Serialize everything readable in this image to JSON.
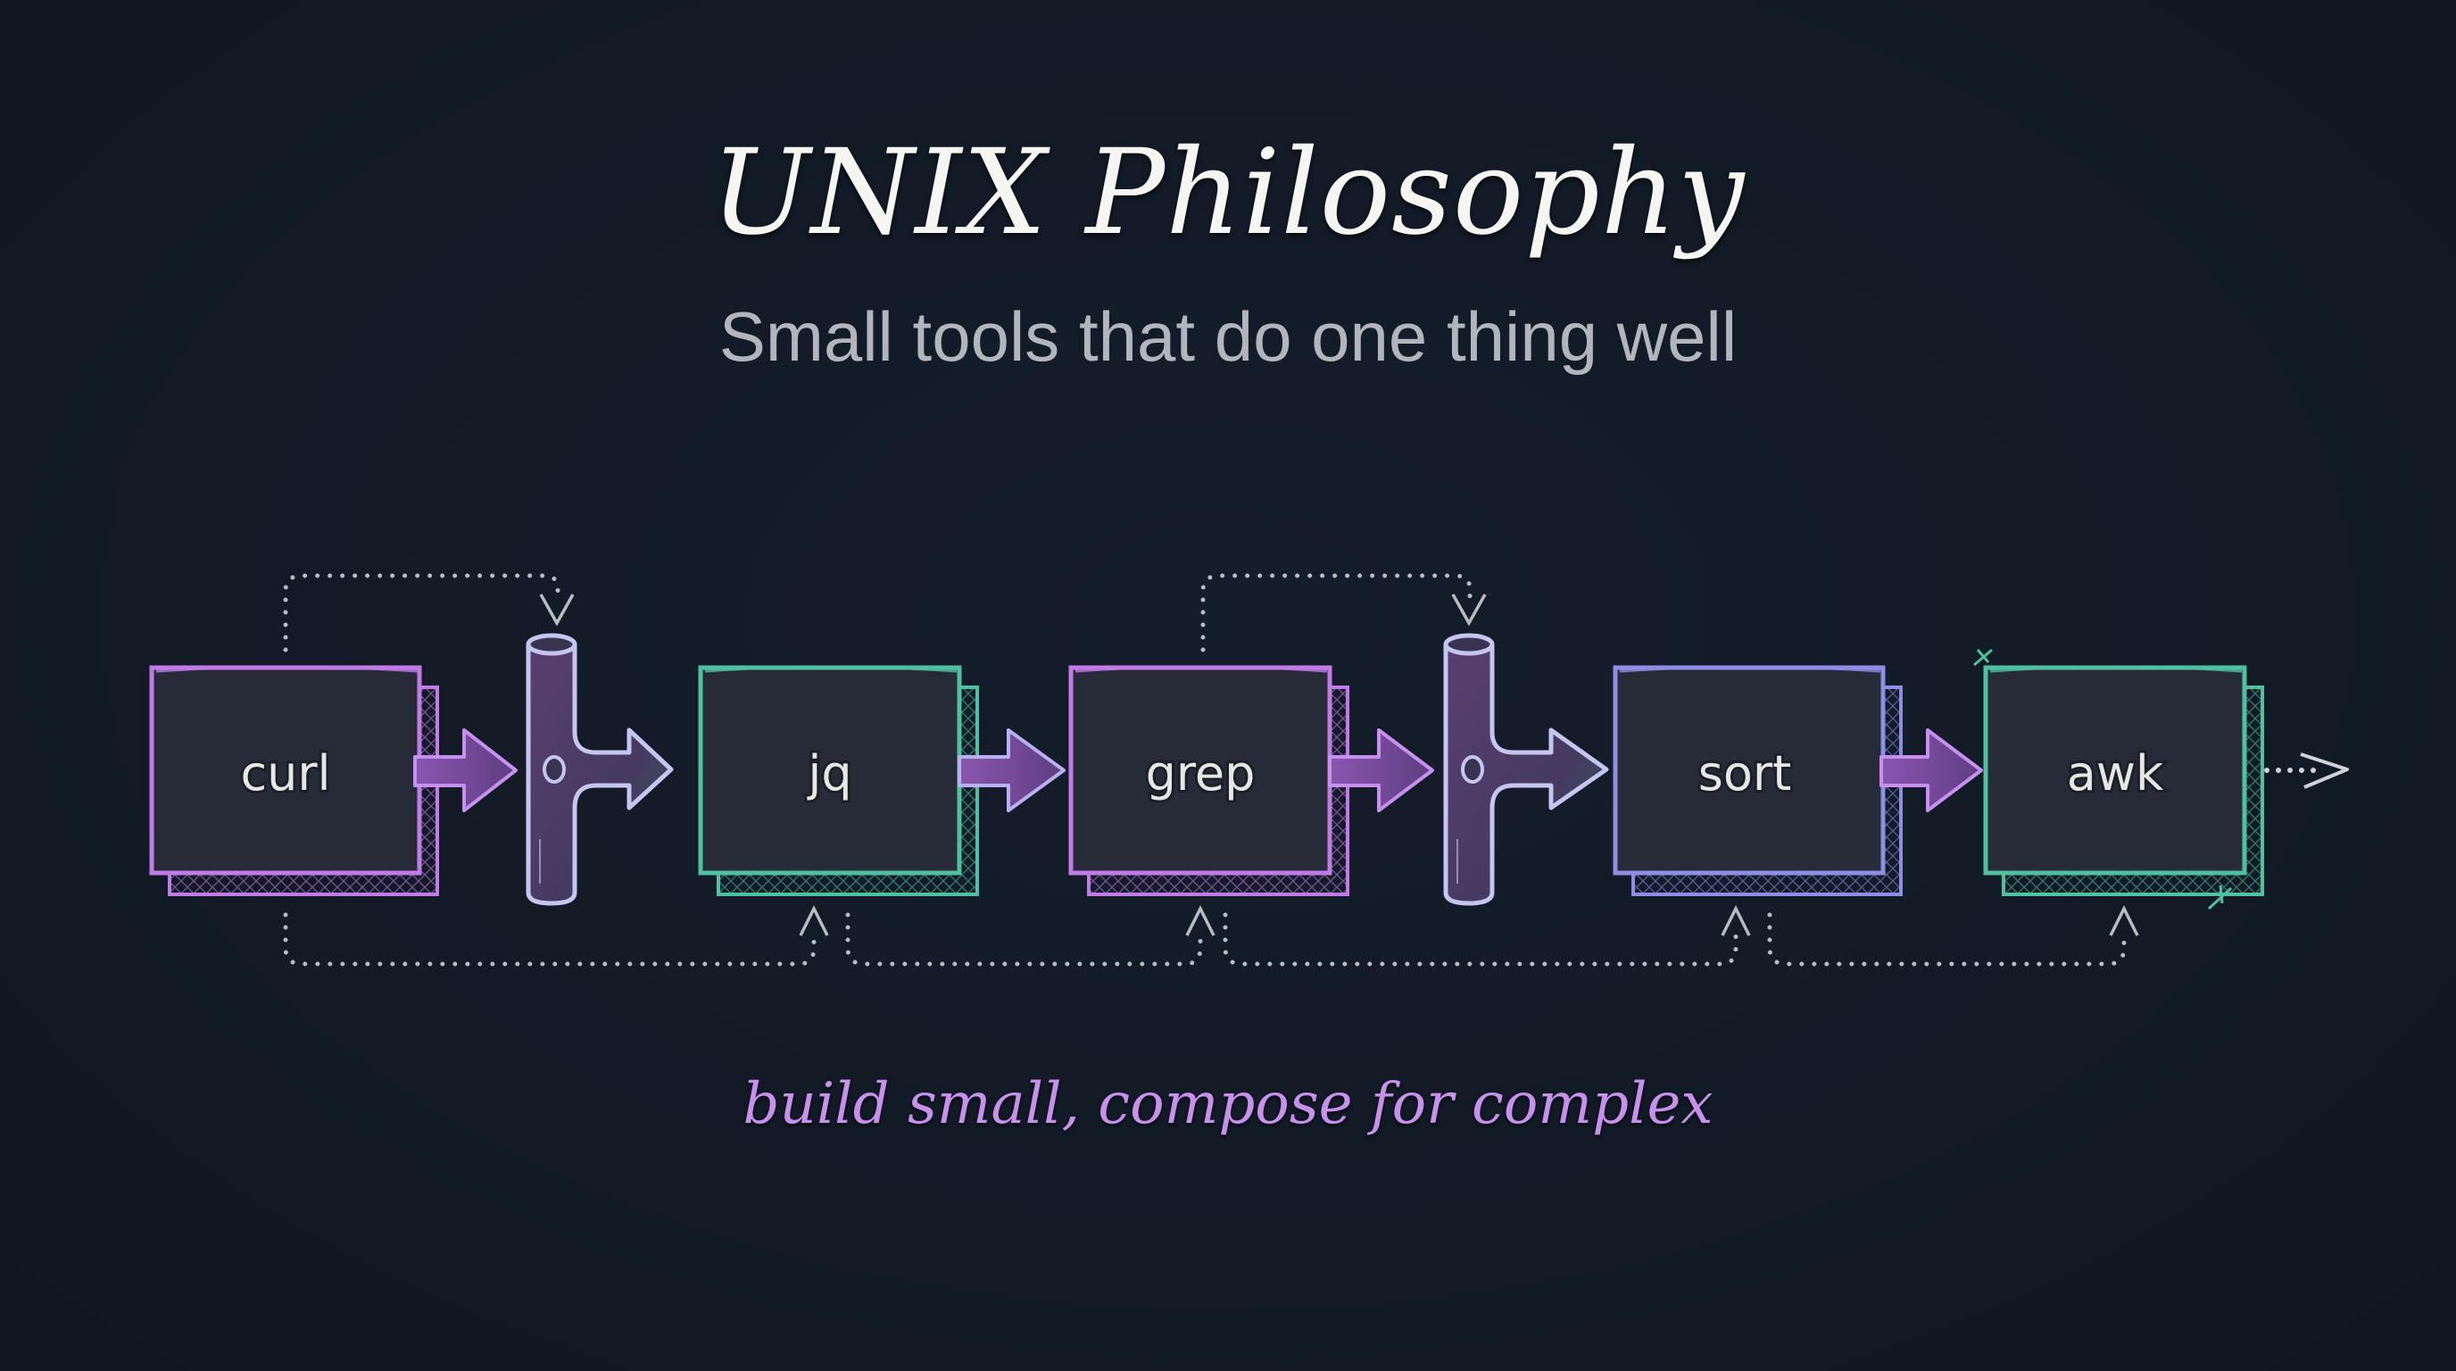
{
  "header": {
    "title": "UNIX Philosophy",
    "subtitle": "Small tools that do one thing well"
  },
  "pipeline": {
    "stages": [
      {
        "label": "curl",
        "color": "#c17be6"
      },
      {
        "label": "jq",
        "color": "#4fc1a0"
      },
      {
        "label": "grep",
        "color": "#c17be6"
      },
      {
        "label": "sort",
        "color": "#8e8ee6"
      },
      {
        "label": "awk",
        "color": "#4fc1a0"
      }
    ],
    "pipe_icon": "pipe-tee-icon",
    "arrow_icon": "arrow-right-icon",
    "output_icon": "dotted-arrow-right-icon"
  },
  "footer": {
    "tagline": "build small, compose for complex"
  },
  "colors": {
    "background": "#111a25",
    "title": "#f5f5f2",
    "subtitle": "#b2b5bb",
    "tagline": "#c790ea",
    "box_fill": "#272b37",
    "pipe_outline": "#c4c6f0",
    "pipe_fill": "#4a3a5e",
    "dotted": "#b9bcc2"
  }
}
